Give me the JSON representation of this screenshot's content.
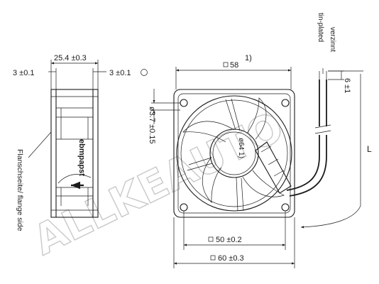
{
  "side_view": {
    "dim_width": "25.4 ±0.3",
    "dim_left_flange": "3 ±0.1",
    "dim_right_flange": "3 ±0.1",
    "flange_side_label": "Flanschseite/ flange side",
    "brand_logo": "ebmpapst"
  },
  "front_view": {
    "dim_hole_pitch_top": "58",
    "footnote_ref": "1)",
    "dim_hole_diameter": "ø3.7 ±0.15",
    "dim_hub_diameter": "ø64 1)",
    "dim_hole_pitch_bottom": "50 ±0.2",
    "dim_overall": "60 ±0.3"
  },
  "lead_wires": {
    "label_de": "verzinnt",
    "label_en": "tin-plated",
    "dim_strip": "6 ±1",
    "dim_length": "L"
  },
  "watermark": "ALLKEAUTO"
}
